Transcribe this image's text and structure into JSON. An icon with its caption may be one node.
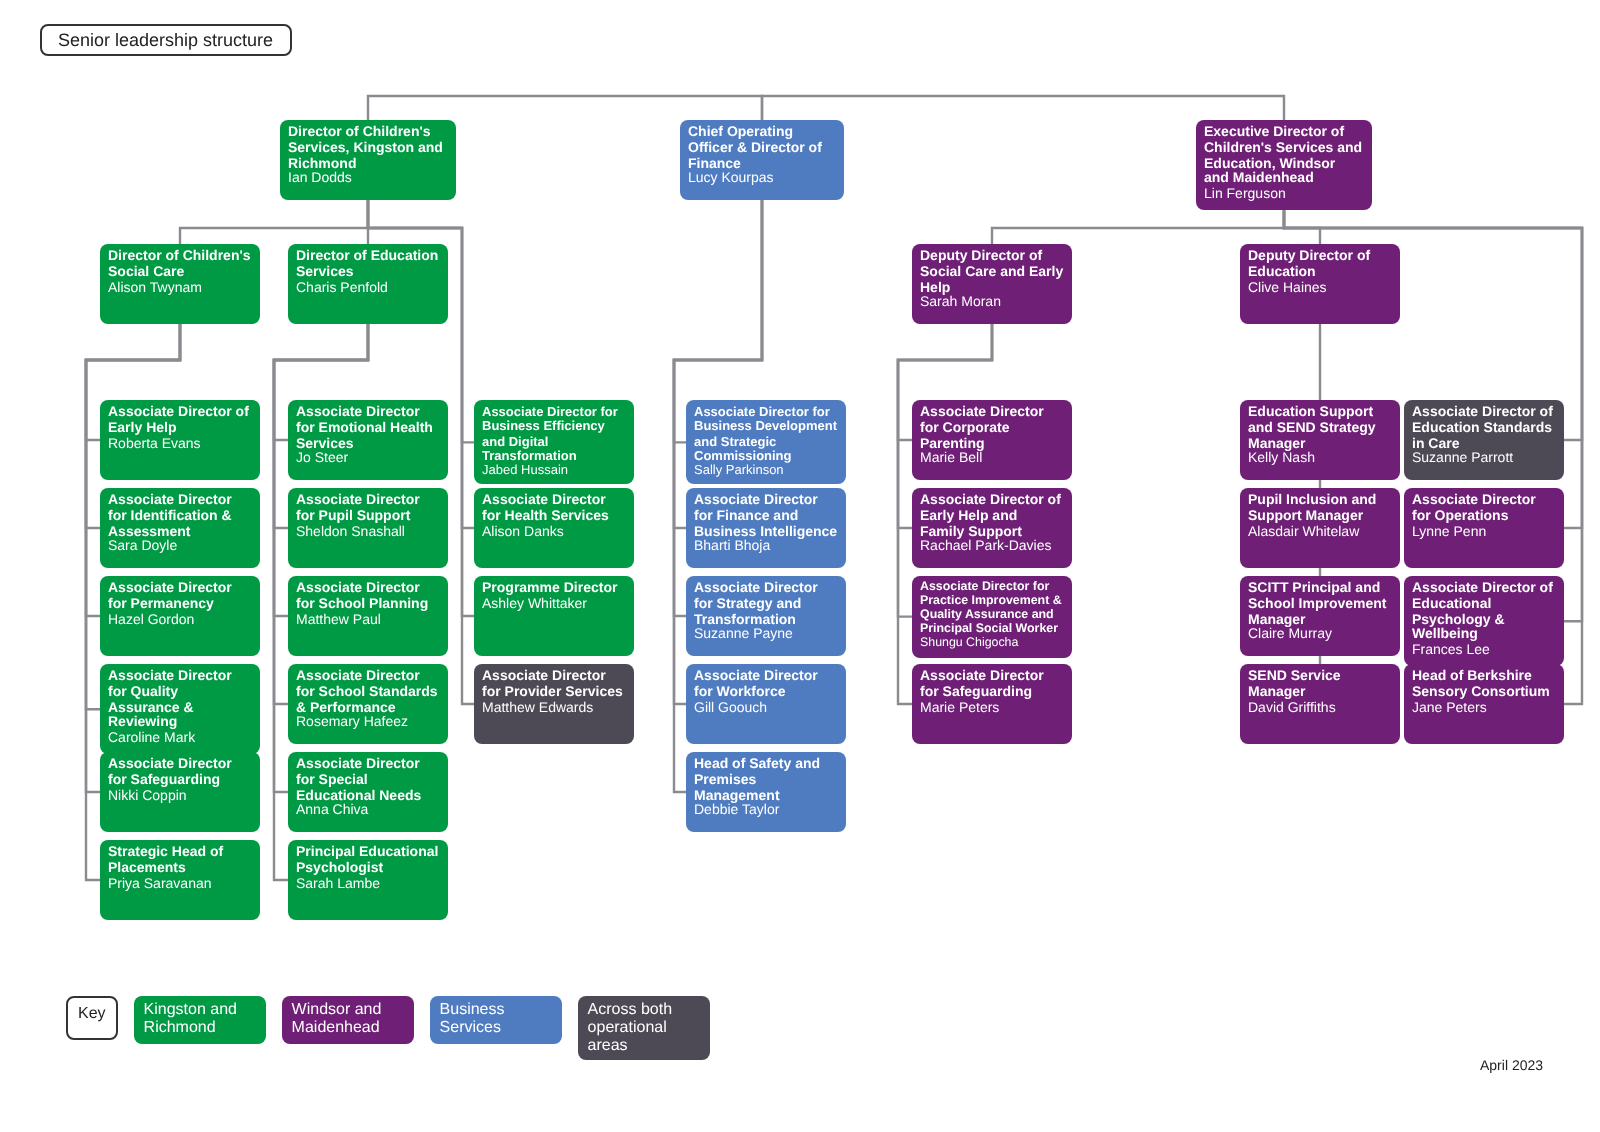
{
  "diagram": {
    "title": "Senior leadership structure",
    "nodes": [
      {
        "text": [
          "Director of Children's Services, Kingston and Richmond",
          "Ian Dodds"
        ]
      },
      {
        "text": [
          "Chief Operating Officer & Director of Finance",
          "Lucy Kourpas"
        ]
      },
      {
        "text": [
          "Executive Director of Children's Services and Education, Windsor and Maidenhead",
          "Lin Ferguson"
        ]
      },
      {
        "text": [
          "Director of Children's Social Care",
          "Alison Twynam"
        ]
      },
      {
        "text": [
          "Director of Education Services",
          "Charis Penfold"
        ]
      },
      {
        "text": [
          "Associate Director of Early Help",
          "Roberta Evans"
        ]
      },
      {
        "text": [
          "Associate Director for Identification & Assessment",
          "Sara Doyle"
        ]
      },
      {
        "text": [
          "Associate Director for Permanency",
          "Hazel Gordon"
        ]
      },
      {
        "text": [
          "Associate Director for Quality Assurance & Reviewing",
          "Caroline Mark"
        ]
      },
      {
        "text": [
          "Associate Director for Safeguarding",
          "Nikki Coppin"
        ]
      },
      {
        "text": [
          "Strategic Head of Placements",
          "Priya Saravanan"
        ]
      },
      {
        "text": [
          "Associate Director for Emotional Health Services",
          "Jo Steer"
        ]
      },
      {
        "text": [
          "Associate Director for Pupil Support",
          "Sheldon Snashall"
        ]
      },
      {
        "text": [
          "Associate Director for School Planning",
          "Matthew Paul"
        ]
      },
      {
        "text": [
          "Associate Director for School Standards & Performance",
          "Rosemary Hafeez"
        ]
      },
      {
        "text": [
          "Associate Director for Special Educational Needs",
          "Anna Chiva"
        ]
      },
      {
        "text": [
          "Principal Educational Psychologist",
          "Sarah Lambe"
        ]
      },
      {
        "text": [
          "Associate Director for Business Efficiency and Digital Transformation",
          "Jabed Hussain"
        ]
      },
      {
        "text": [
          "Associate Director for Health Services",
          "Alison Danks"
        ]
      },
      {
        "text": [
          "Programme Director",
          "Ashley Whittaker"
        ]
      },
      {
        "text": [
          "Associate Director for Provider Services",
          "Matthew Edwards"
        ]
      },
      {
        "text": [
          "Associate Director for Business Development and Strategic Commissioning",
          "Sally Parkinson"
        ]
      },
      {
        "text": [
          "Associate Director for Finance and Business Intelligence",
          "Bharti Bhoja"
        ]
      },
      {
        "text": [
          "Associate Director for Strategy and Transformation",
          "Suzanne Payne"
        ]
      },
      {
        "text": [
          "Associate Director for Workforce",
          "Gill Goouch"
        ]
      },
      {
        "text": [
          "Head of Safety and Premises Management",
          "Debbie Taylor"
        ]
      },
      {
        "text": [
          "Deputy Director of Social Care and Early Help",
          "Sarah Moran"
        ]
      },
      {
        "text": [
          "Deputy Director of Education",
          "Clive Haines"
        ]
      },
      {
        "text": [
          "Associate Director for Corporate Parenting",
          "Marie Bell"
        ]
      },
      {
        "text": [
          "Associate Director of Early Help and Family Support",
          "Rachael Park-Davies"
        ]
      },
      {
        "text": [
          "Associate Director for Practice Improvement & Quality Assurance and Principal Social Worker",
          "Shungu Chigocha"
        ]
      },
      {
        "text": [
          "Associate Director for Safeguarding",
          "Marie Peters"
        ]
      },
      {
        "text": [
          "Education Support and SEND Strategy Manager",
          "Kelly Nash"
        ]
      },
      {
        "text": [
          "Pupil Inclusion and Support Manager",
          "Alasdair Whitelaw"
        ]
      },
      {
        "text": [
          "SCITT Principal and School Improvement Manager",
          "Claire Murray"
        ]
      },
      {
        "text": [
          "SEND Service Manager",
          "David Griffiths"
        ]
      },
      {
        "text": [
          "Associate Director of Education Standards in Care",
          "Suzanne Parrott"
        ]
      },
      {
        "text": [
          "Associate Director for Operations",
          "Lynne Penn"
        ]
      },
      {
        "text": [
          "Associate Director of Educational Psychology & Wellbeing",
          "Frances Lee"
        ]
      },
      {
        "text": [
          "Head of Berkshire Sensory Consortium",
          "Jane Peters"
        ]
      }
    ],
    "edges": [
      {
        "from": 0,
        "to": 1,
        "arrow": "none"
      },
      {
        "from": 1,
        "to": 2,
        "arrow": "none"
      },
      {
        "from": 0,
        "to": 3,
        "arrow": "none"
      },
      {
        "from": 0,
        "to": 4,
        "arrow": "none"
      },
      {
        "from": 0,
        "to": 17,
        "arrow": "none"
      },
      {
        "from": 0,
        "to": 18,
        "arrow": "none"
      },
      {
        "from": 0,
        "to": 19,
        "arrow": "none"
      },
      {
        "from": 0,
        "to": 20,
        "arrow": "none"
      },
      {
        "from": 3,
        "to": 5,
        "arrow": "none"
      },
      {
        "from": 3,
        "to": 6,
        "arrow": "none"
      },
      {
        "from": 3,
        "to": 7,
        "arrow": "none"
      },
      {
        "from": 3,
        "to": 8,
        "arrow": "none"
      },
      {
        "from": 3,
        "to": 9,
        "arrow": "none"
      },
      {
        "from": 3,
        "to": 10,
        "arrow": "none"
      },
      {
        "from": 4,
        "to": 11,
        "arrow": "none"
      },
      {
        "from": 4,
        "to": 12,
        "arrow": "none"
      },
      {
        "from": 4,
        "to": 13,
        "arrow": "none"
      },
      {
        "from": 4,
        "to": 14,
        "arrow": "none"
      },
      {
        "from": 4,
        "to": 15,
        "arrow": "none"
      },
      {
        "from": 4,
        "to": 16,
        "arrow": "none"
      },
      {
        "from": 1,
        "to": 21,
        "arrow": "none"
      },
      {
        "from": 1,
        "to": 22,
        "arrow": "none"
      },
      {
        "from": 1,
        "to": 23,
        "arrow": "none"
      },
      {
        "from": 1,
        "to": 24,
        "arrow": "none"
      },
      {
        "from": 1,
        "to": 25,
        "arrow": "none"
      },
      {
        "from": 2,
        "to": 26,
        "arrow": "none"
      },
      {
        "from": 2,
        "to": 27,
        "arrow": "none"
      },
      {
        "from": 2,
        "to": 36,
        "arrow": "none"
      },
      {
        "from": 2,
        "to": 37,
        "arrow": "none"
      },
      {
        "from": 2,
        "to": 38,
        "arrow": "none"
      },
      {
        "from": 2,
        "to": 39,
        "arrow": "none"
      },
      {
        "from": 26,
        "to": 28,
        "arrow": "none"
      },
      {
        "from": 26,
        "to": 29,
        "arrow": "none"
      },
      {
        "from": 26,
        "to": 30,
        "arrow": "none"
      },
      {
        "from": 26,
        "to": 31,
        "arrow": "none"
      },
      {
        "from": 27,
        "to": 32,
        "arrow": "none"
      },
      {
        "from": 32,
        "to": 33,
        "arrow": "none"
      },
      {
        "from": 33,
        "to": 34,
        "arrow": "none"
      },
      {
        "from": 34,
        "to": 35,
        "arrow": "none"
      }
    ],
    "labels": [
      "Key",
      "April 2023"
    ],
    "legend": [
      {
        "text": "Kingston and Richmond",
        "color": "#009a44"
      },
      {
        "text": "Windsor and Maidenhead",
        "color": "#6f1f75"
      },
      {
        "text": "Business Services",
        "color": "#4f7cc0"
      },
      {
        "text": "Across both operational areas",
        "color": "#4d4a55"
      }
    ]
  }
}
